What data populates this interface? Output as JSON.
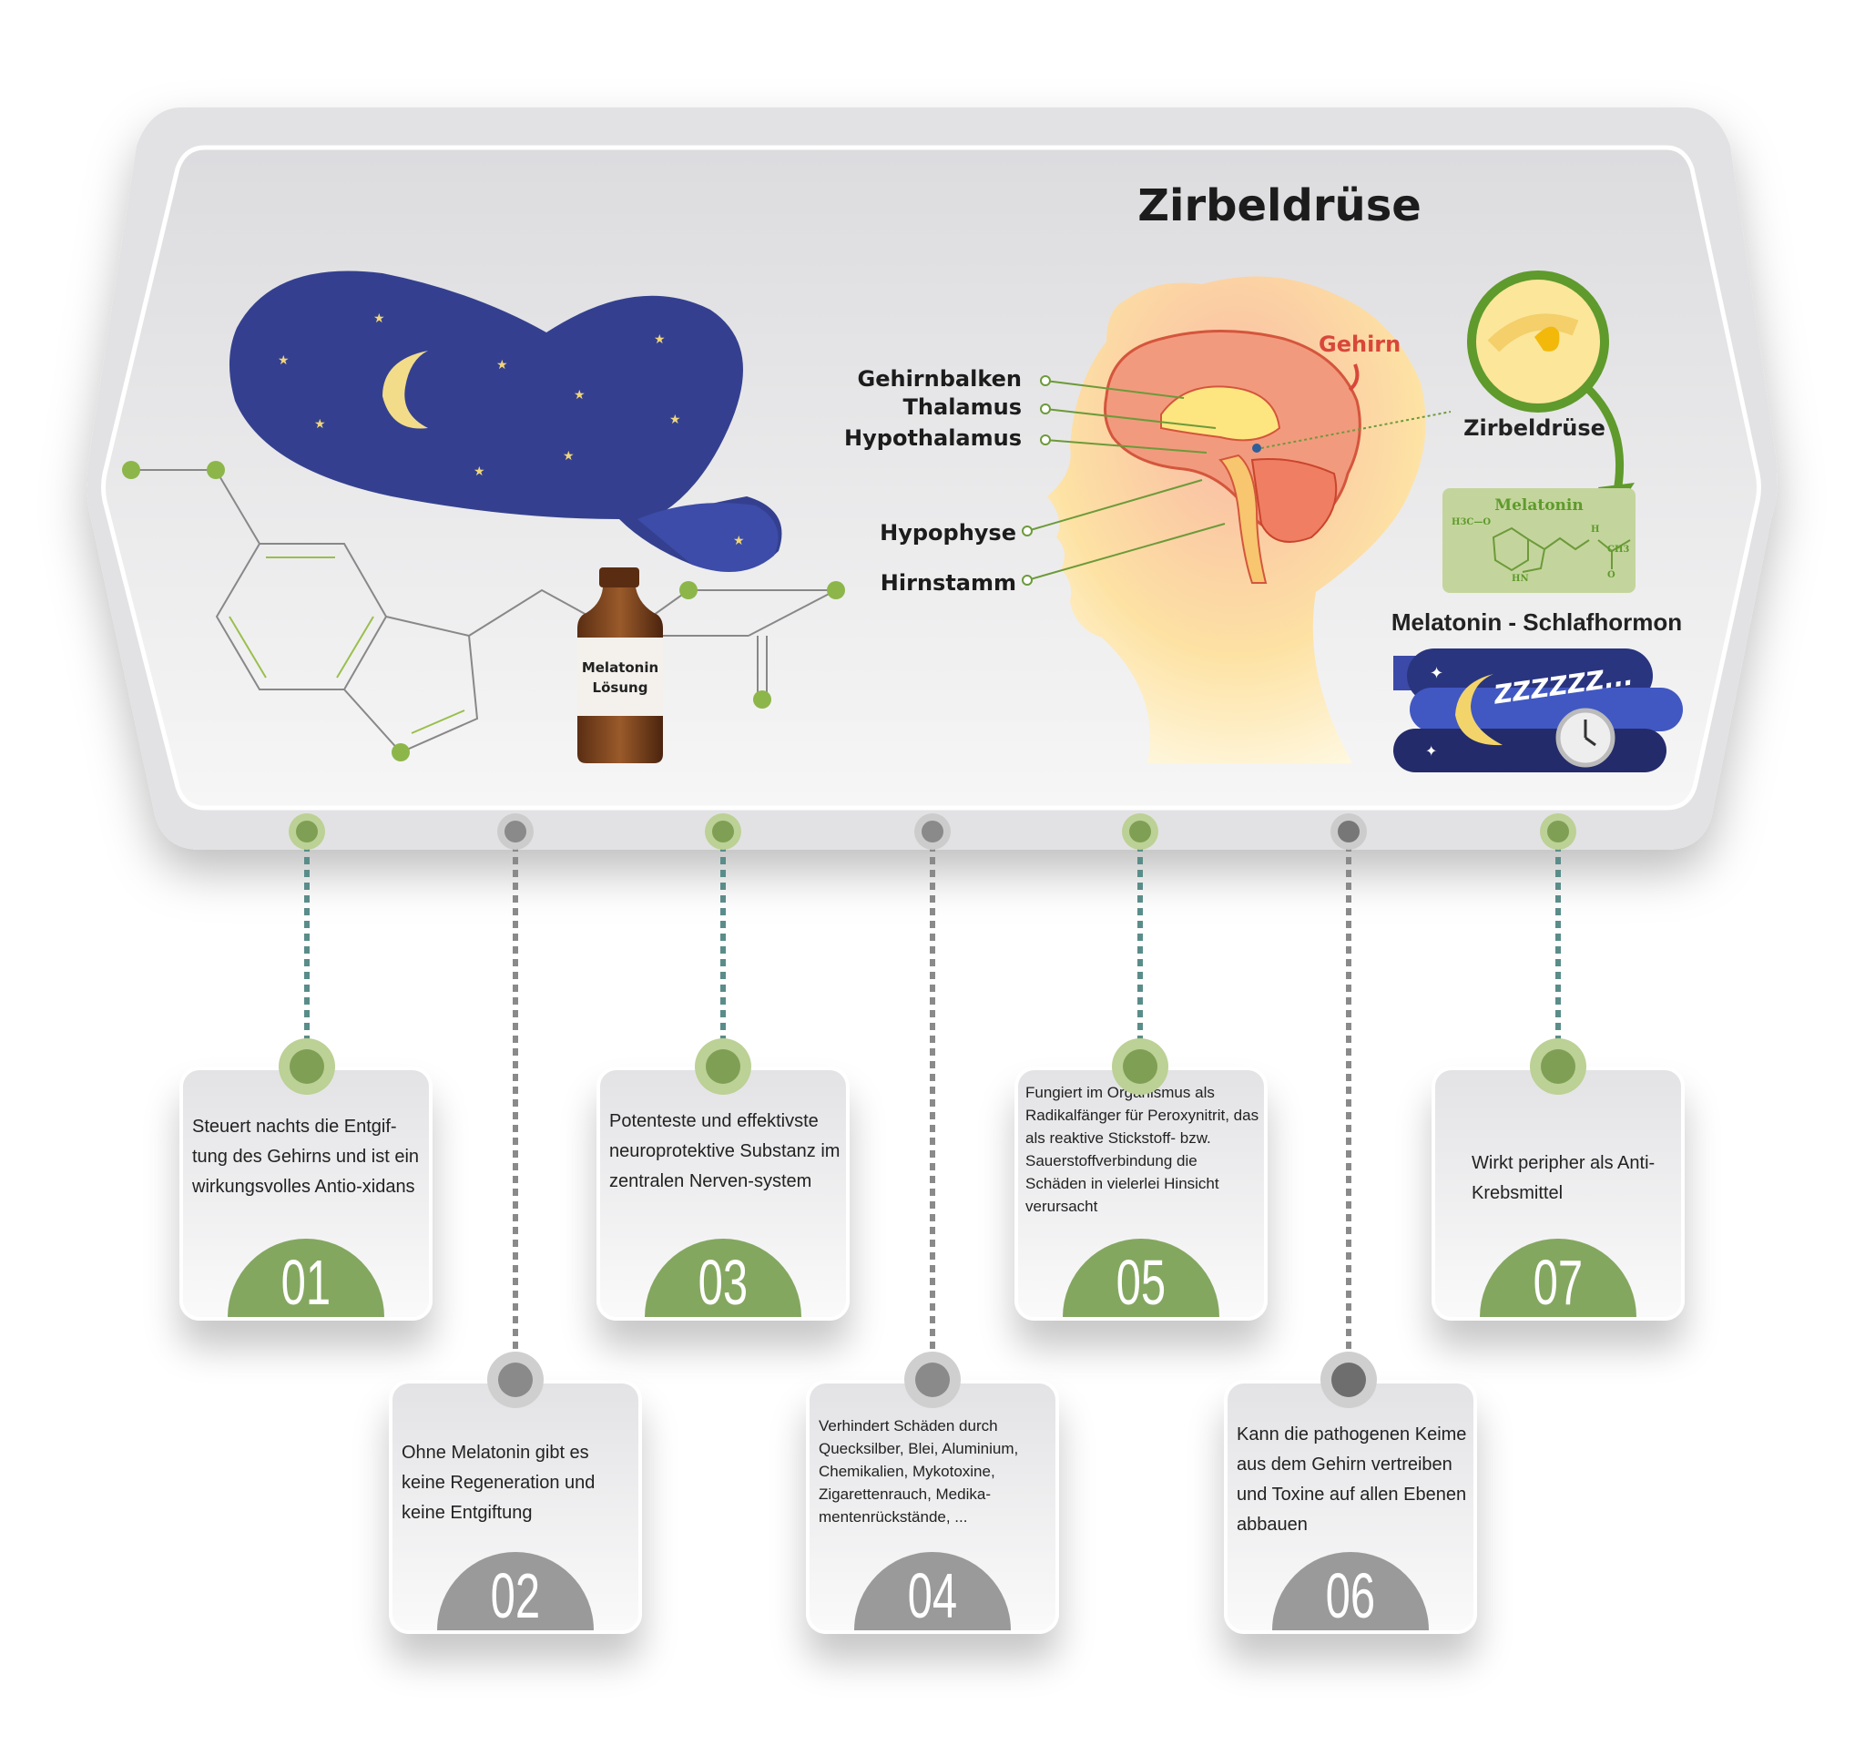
{
  "title": "Zirbeldrüse",
  "bottle_label": [
    "Melatonin",
    "Lösung"
  ],
  "brain_labels": [
    "Gehirnbalken",
    "Thalamus",
    "Hypothalamus",
    "Hypophyse",
    "Hirnstamm"
  ],
  "brain_heading": "Gehirn",
  "gland_label": "Zirbeldrüse",
  "molecule": {
    "name": "Melatonin",
    "h3co": "H3C—O",
    "nh": "HN",
    "h": "H",
    "ch3": "CH3",
    "o": "O"
  },
  "subtitle": "Melatonin - Schlafhormon",
  "sleep_text": "ZZZZZZ...",
  "colors": {
    "green": "#84a760",
    "grey": "#9a9a9a",
    "night": "#2e3a86"
  },
  "cards": [
    {
      "num": "01",
      "text": "Steuert nachts die Entgif-tung des Gehirns und ist ein wirkungsvolles Antio-xidans"
    },
    {
      "num": "02",
      "text": "Ohne Melatonin gibt es keine Regeneration und keine Entgiftung"
    },
    {
      "num": "03",
      "text": "Potenteste und effektivste neuroprotektive Substanz im zentralen Nerven-system"
    },
    {
      "num": "04",
      "text": "Verhindert Schäden durch Quecksilber, Blei, Aluminium, Chemikalien, Mykotoxine, Zigarettenrauch, Medika-mentenrückstände, ..."
    },
    {
      "num": "05",
      "text": "Fungiert im Organismus als Radikalfänger für Peroxynitrit, das als reaktive Stickstoff- bzw. Sauerstoffverbindung die Schäden in vielerlei Hinsicht verursacht"
    },
    {
      "num": "06",
      "text": "Kann die pathogenen Keime aus dem Gehirn vertreiben und Toxine auf allen Ebenen abbauen"
    },
    {
      "num": "07",
      "text": "Wirkt peripher als Anti-Krebsmittel"
    }
  ]
}
